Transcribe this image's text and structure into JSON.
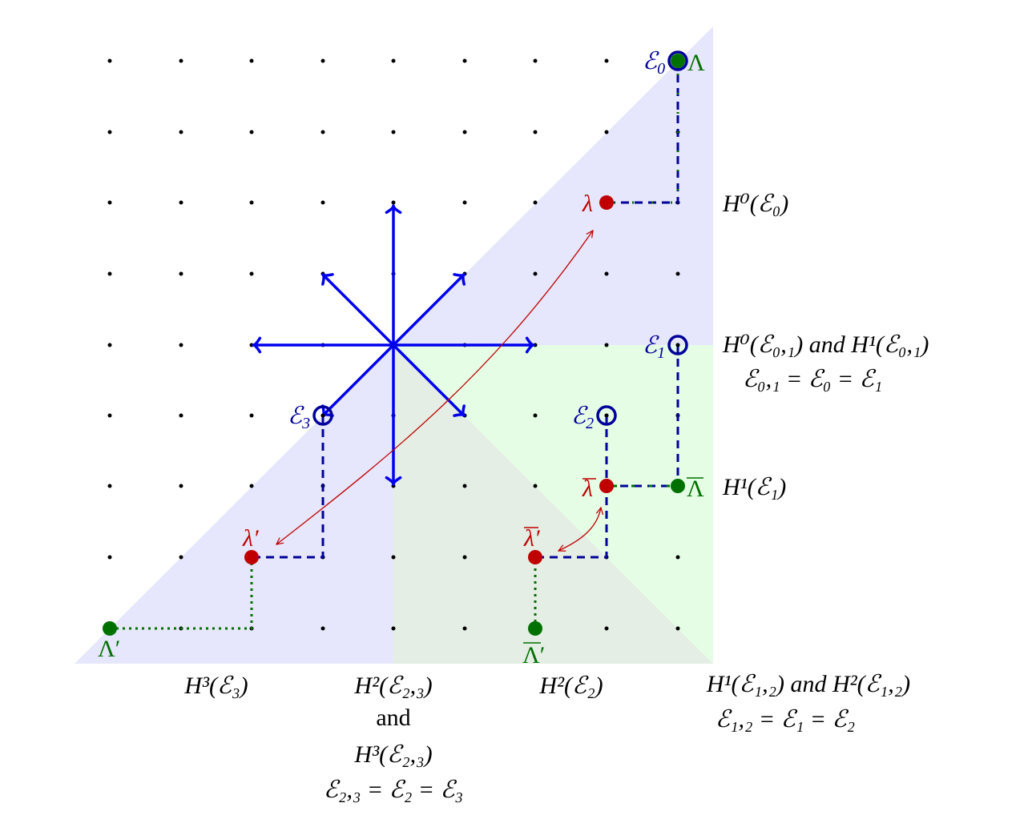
{
  "colors": {
    "region_purple": "#e6e6fc",
    "region_green": "#e5fde5",
    "region_overlap": "#e4eee4",
    "arrow_blue": "#0000ee",
    "dash_navy": "#00009a",
    "red": "#c00000",
    "green": "#007000"
  },
  "points": {
    "E0": {
      "main": "ℰ",
      "sub": "0"
    },
    "E1": {
      "main": "ℰ",
      "sub": "1"
    },
    "E2": {
      "main": "ℰ",
      "sub": "2"
    },
    "E3": {
      "main": "ℰ",
      "sub": "3"
    },
    "Lambda": "Λ",
    "lambda": "λ",
    "lambda_bar": "λ",
    "Lambda_bar": "Λ",
    "lambda_prime_bar": "λ′",
    "Lambda_prime_bar": "Λ′",
    "lambda_prime": "λ′",
    "Lambda_prime": "Λ′"
  },
  "labels": {
    "h0_e0": "H⁰(ℰ₀)",
    "h01_line1": "H⁰(ℰ₀,₁) and H¹(ℰ₀,₁)",
    "h01_line2": "ℰ₀,₁ = ℰ₀ = ℰ₁",
    "h1_e1": "H¹(ℰ₁)",
    "h3_e3": "H³(ℰ₃)",
    "h23_line1": "H²(ℰ₂,₃)",
    "h23_line2": "and",
    "h23_line3": "H³(ℰ₂,₃)",
    "h23_line4": "ℰ₂,₃ = ℰ₂ = ℰ₃",
    "h2_e2": "H²(ℰ₂)",
    "h12_line1": "H¹(ℰ₁,₂) and H²(ℰ₁,₂)",
    "h12_line2": "ℰ₁,₂ = ℰ₁ = ℰ₂"
  }
}
